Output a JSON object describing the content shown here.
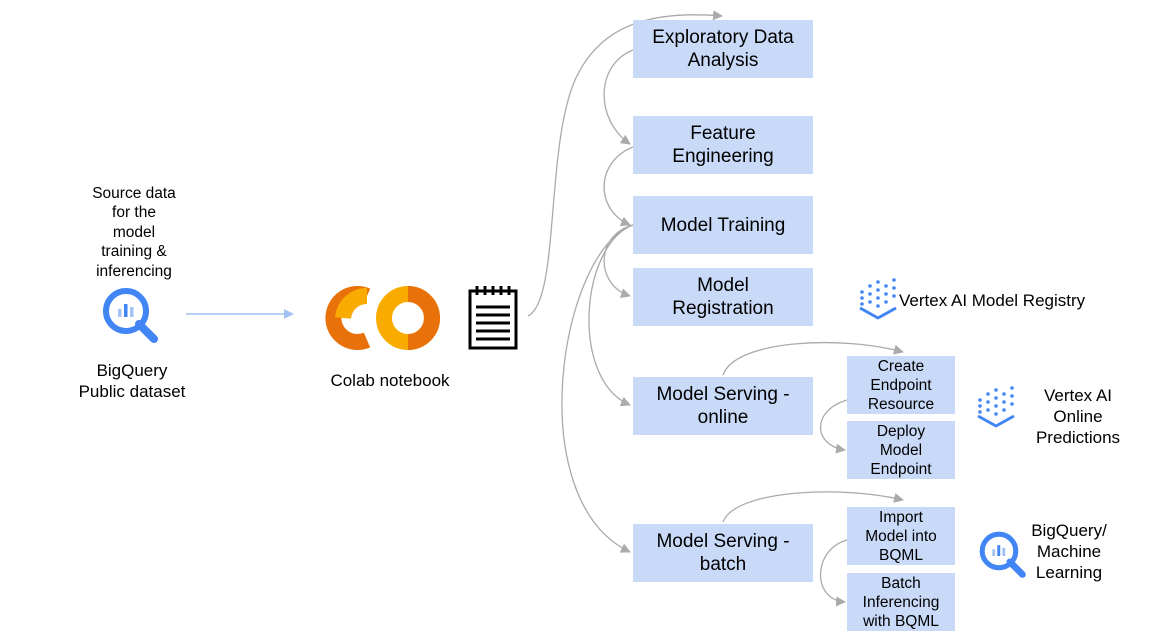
{
  "source": {
    "caption": "Source data\nfor the\nmodel\ntraining &\ninferencing",
    "label": "BigQuery\nPublic dataset",
    "icon": "bigquery-icon"
  },
  "colab": {
    "label": "Colab notebook",
    "icon": "colab-logo",
    "notebook_icon": "notebook-icon"
  },
  "steps": {
    "eda": "Exploratory Data\nAnalysis",
    "feature": "Feature\nEngineering",
    "training": "Model Training",
    "registration": "Model\nRegistration",
    "serving_online": "Model Serving -\nonline",
    "serving_batch": "Model Serving -\nbatch"
  },
  "substeps": {
    "create_endpoint": "Create\nEndpoint\nResource",
    "deploy_model": "Deploy\nModel\nEndpoint",
    "import_model": "Import\nModel into\nBQML",
    "batch_inference": "Batch\nInferencing\nwith BQML"
  },
  "services": {
    "registry": "Vertex AI Model Registry",
    "online": "Vertex AI\nOnline\nPredictions",
    "bqml": "BigQuery/\nMachine\nLearning"
  },
  "colors": {
    "box": "#c9daf8",
    "arrow": "#aaaaaa",
    "source_arrow": "#a4c2f4",
    "bq_blue": "#4285f4",
    "colab_orange": "#e8710a",
    "colab_yellow": "#f9ab00",
    "vertex_blue": "#4285f4"
  }
}
